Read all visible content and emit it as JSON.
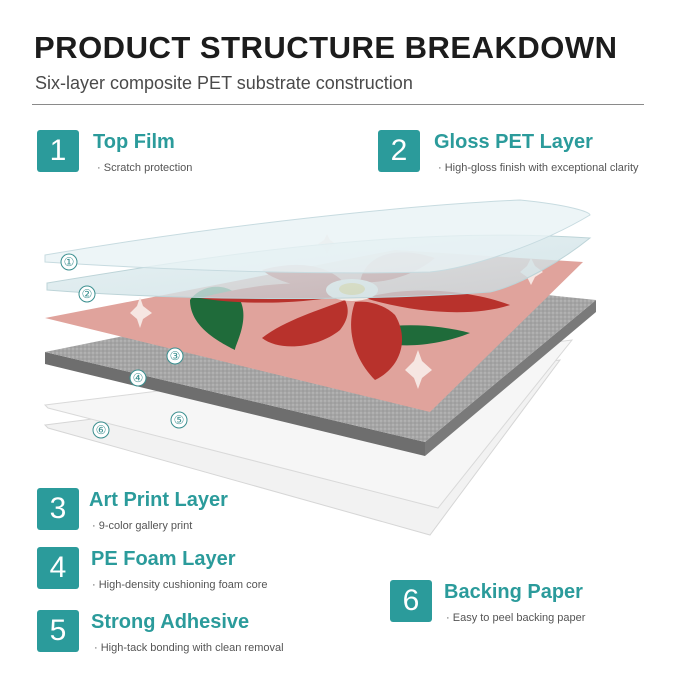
{
  "title": "PRODUCT STRUCTURE BREAKDOWN",
  "subtitle": "Six-layer composite PET substrate construction",
  "layers": [
    {
      "number": "1",
      "name": "Top Film",
      "desc": "Scratch protection"
    },
    {
      "number": "2",
      "name": "Gloss PET Layer",
      "desc": "High-gloss finish with exceptional clarity"
    },
    {
      "number": "3",
      "name": "Art Print Layer",
      "desc": "9-color gallery print"
    },
    {
      "number": "4",
      "name": "PE Foam Layer",
      "desc": "High-density cushioning foam core"
    },
    {
      "number": "5",
      "name": "Strong Adhesive",
      "desc": "High-tack bonding with clean removal"
    },
    {
      "number": "6",
      "name": "Backing Paper",
      "desc": "Easy to peel backing paper"
    }
  ],
  "markers": [
    "①",
    "②",
    "③",
    "④",
    "⑤",
    "⑥"
  ],
  "colors": {
    "accent": "#2b9b9b",
    "print": "#e0a39c",
    "petal": "#b8322c",
    "leaf": "#1f6b3a",
    "foam": "#a9a9a9"
  }
}
